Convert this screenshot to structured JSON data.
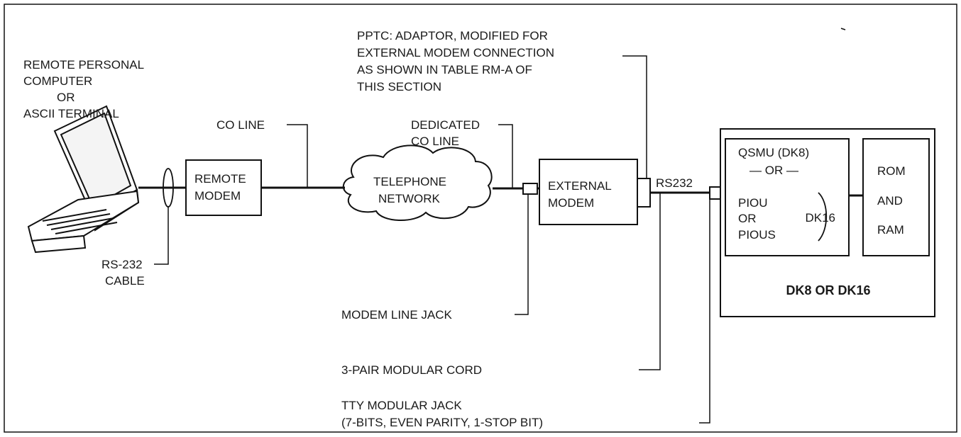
{
  "computer_label": [
    "REMOTE PERSONAL",
    "COMPUTER",
    "OR",
    "ASCII TERMINAL"
  ],
  "rs232_cable_label": [
    "RS-232",
    "CABLE"
  ],
  "remote_modem_label": [
    "REMOTE",
    "MODEM"
  ],
  "co_line_label": "CO LINE",
  "telephone_network_label": [
    "TELEPHONE",
    "NETWORK"
  ],
  "dedicated_co_line_label": [
    "DEDICATED",
    "CO LINE"
  ],
  "pptc_label": [
    "PPTC: ADAPTOR, MODIFIED FOR",
    "EXTERNAL MODEM CONNECTION",
    "AS SHOWN IN TABLE RM-A OF",
    "THIS SECTION"
  ],
  "external_modem_label": [
    "EXTERNAL",
    "MODEM"
  ],
  "rs232_label": "RS232",
  "qsmu_label": "QSMU (DK8)",
  "or_label": "— OR —",
  "piou_label": [
    "PIOU",
    "OR",
    "PIOUS"
  ],
  "dk16_label": "DK16",
  "rom_ram_label": [
    "ROM",
    "AND",
    "RAM"
  ],
  "system_label": "DK8 OR DK16",
  "modem_line_jack_label": "MODEM LINE JACK",
  "modular_cord_label": "3-PAIR MODULAR CORD",
  "tty_jack_label": [
    "TTY MODULAR JACK",
    "(7-BITS, EVEN PARITY, 1-STOP BIT)"
  ]
}
